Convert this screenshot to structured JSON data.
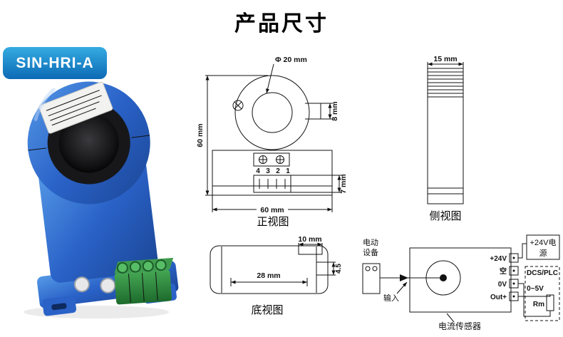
{
  "title": "产品尺寸",
  "model": "SIN-HRI-A",
  "colors": {
    "banner_blue_top": "#35abe2",
    "banner_blue_bottom": "#0c6ab5",
    "device_blue": "#2a62c8",
    "terminal_green": "#2f8f3f"
  },
  "front_view": {
    "label": "正视图",
    "dim_diameter": "Φ 20 mm",
    "dim_height": "60 mm",
    "dim_gap": "8 mm",
    "dim_connector": "7 mm",
    "dim_width": "60 mm",
    "pins": [
      "4",
      "3",
      "2",
      "1"
    ]
  },
  "side_view": {
    "label": "侧视图",
    "dim_width": "15 mm"
  },
  "bottom_view": {
    "label": "底视图",
    "dim_connector": "10 mm",
    "dim_width": "28 mm",
    "dim_depth": "4.5"
  },
  "wiring": {
    "label": "电流传感器",
    "device_line1": "电动",
    "device_line2": "设备",
    "input_label": "输入",
    "terminals": [
      "+24V",
      "空",
      "0V",
      "Out+"
    ],
    "power_line1": "+24V电",
    "power_line2": "源",
    "dcs_label": "DCS/PLC",
    "output_range": "0~5V",
    "load_label": "Rm"
  }
}
